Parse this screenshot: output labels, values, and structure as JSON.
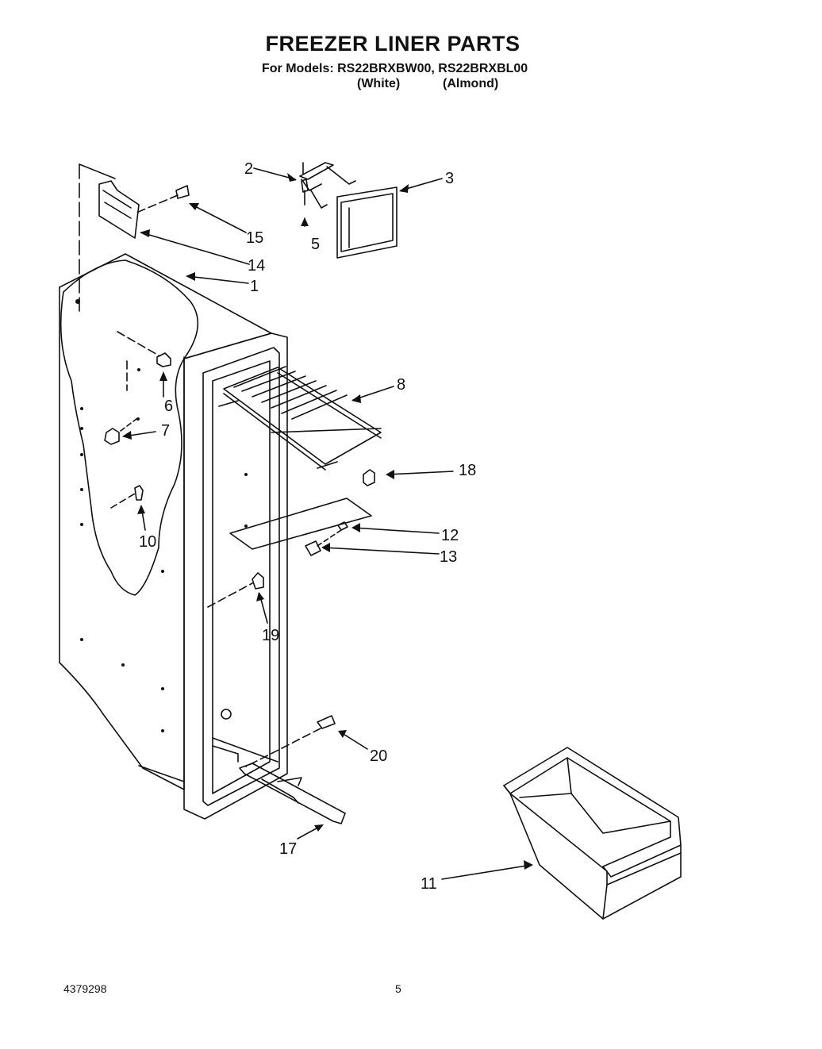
{
  "title": "FREEZER LINER PARTS",
  "models_line": "For Models: RS22BRXBW00, RS22BRXBL00",
  "variants": [
    "(White)",
    "(Almond)"
  ],
  "callouts": [
    "1",
    "2",
    "3",
    "5",
    "6",
    "7",
    "8",
    "10",
    "11",
    "12",
    "13",
    "14",
    "15",
    "17",
    "18",
    "19",
    "20"
  ],
  "footer": {
    "doc_number": "4379298",
    "page_number": "5"
  }
}
